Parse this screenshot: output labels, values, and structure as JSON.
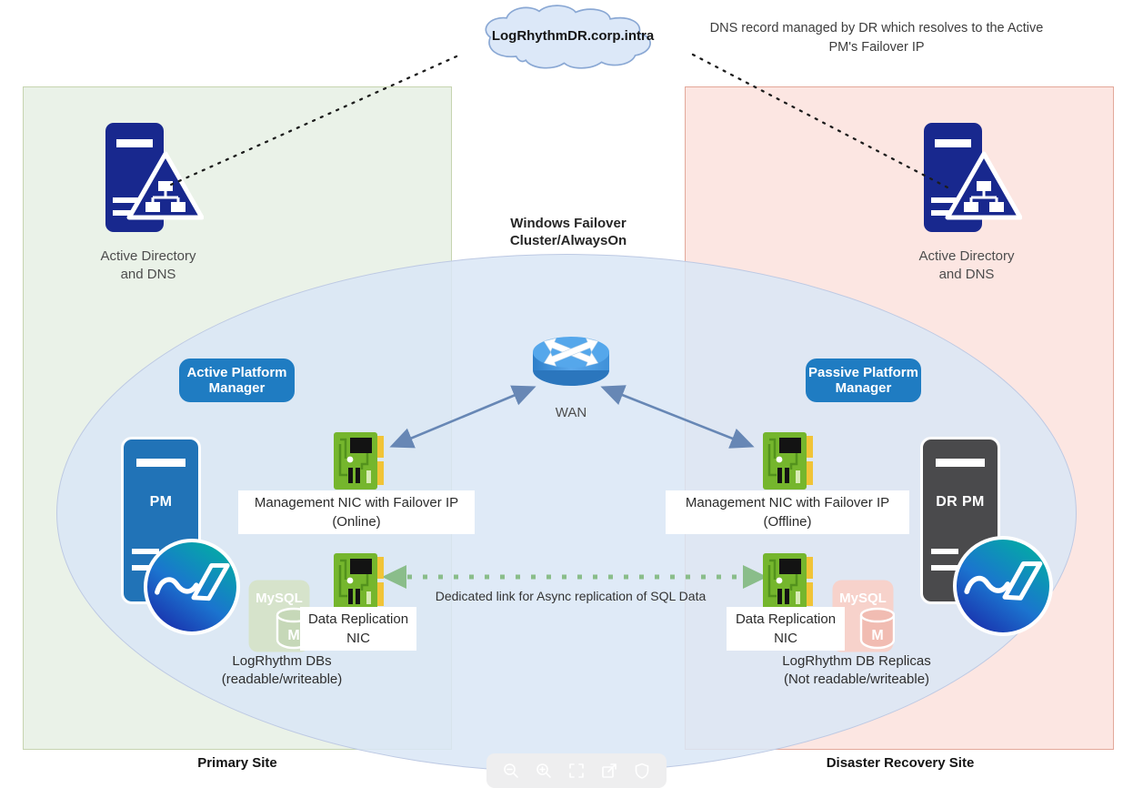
{
  "colors": {
    "primary_panel_bg": "#eaf2e8",
    "dr_panel_bg": "#fce6e2",
    "cluster_ellipse_bg": "#dae6f6",
    "badge_blue": "#1f7cc2",
    "pm_server_blue": "#2173b7",
    "dr_server_gray": "#4a4a4c",
    "ad_server_navy": "#18288e",
    "nic_green": "#75b62d",
    "nic_yellow": "#f1c437",
    "wan_arrow_blue": "#6787b5",
    "replication_green": "#8abd8a",
    "logo_teal": "#00b2a0",
    "logo_deep_blue": "#1a27a8"
  },
  "cloud": {
    "label": "LogRhythmDR.corp.intra"
  },
  "dns_note": "DNS record managed by DR which resolves to the Active PM's Failover IP",
  "cluster": {
    "line1": "Windows Failover",
    "line2": "Cluster/AlwaysOn"
  },
  "wan": {
    "label": "WAN"
  },
  "replication_link": "Dedicated link for Async replication of SQL Data",
  "primary": {
    "site_title": "Primary Site",
    "ad_line1": "Active Directory",
    "ad_line2": "and DNS",
    "badge": "Active Platform Manager",
    "server": "PM",
    "mgmt_nic_line1": "Management NIC with Failover IP",
    "mgmt_nic_line2": "(Online)",
    "data_nic_line1": "Data Replication",
    "data_nic_line2": "NIC",
    "mysql": "MySQL",
    "mysql_m": "M",
    "db_line1": "LogRhythm DBs",
    "db_line2": "(readable/writeable)"
  },
  "dr": {
    "site_title": "Disaster Recovery Site",
    "ad_line1": "Active Directory",
    "ad_line2": "and DNS",
    "badge": "Passive Platform Manager",
    "server": "DR PM",
    "mgmt_nic_line1": "Management NIC with Failover IP",
    "mgmt_nic_line2": "(Offline)",
    "data_nic_line1": "Data Replication",
    "data_nic_line2": "NIC",
    "mysql": "MySQL",
    "mysql_m": "M",
    "db_line1": "LogRhythm DB Replicas",
    "db_line2": "(Not readable/writeable)"
  },
  "toolbar": {
    "icons": [
      "zoom-out",
      "zoom-in",
      "fit-view",
      "export",
      "shield"
    ]
  }
}
